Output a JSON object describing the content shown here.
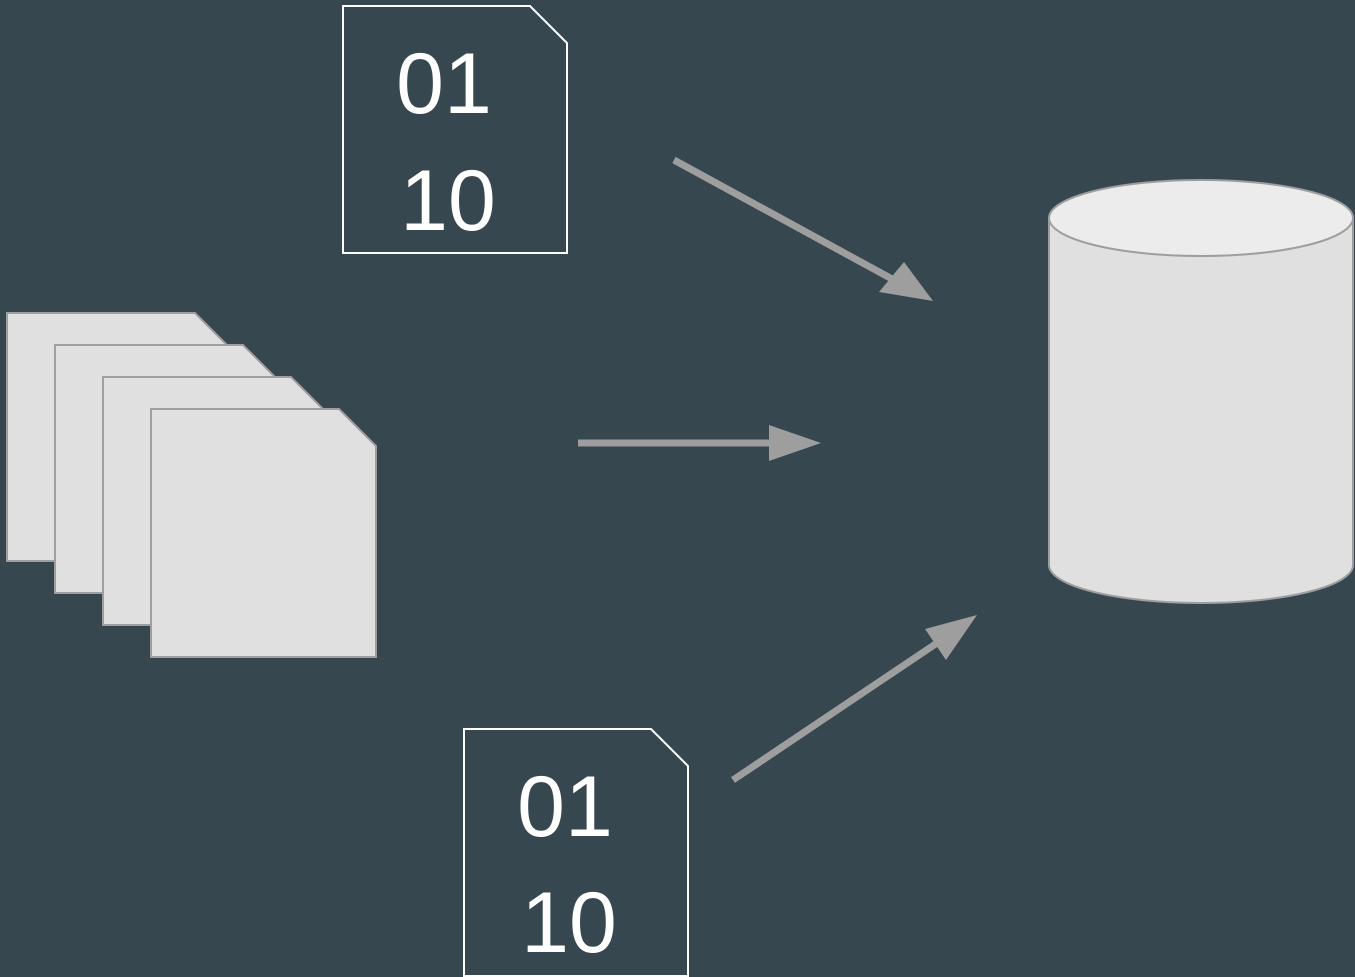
{
  "colors": {
    "background": "#37474f",
    "shape_fill": "#e0e0e0",
    "shape_stroke": "#9e9e9e",
    "arrow": "#9e9e9e",
    "file_outline": "#ffffff",
    "text": "#ffffff",
    "cylinder_top": "#ececec"
  },
  "binary_file_top": {
    "icon": "binary-file-icon",
    "line1": "01",
    "line2": "10"
  },
  "binary_file_bottom": {
    "icon": "binary-file-icon",
    "line1": "01",
    "line2": "10"
  },
  "document_stack": {
    "icon": "document-stack-icon",
    "count": 4
  },
  "database": {
    "icon": "database-cylinder-icon"
  },
  "arrows": [
    {
      "icon": "arrow-icon",
      "from": "binary-file-top",
      "to": "database"
    },
    {
      "icon": "arrow-icon",
      "from": "document-stack",
      "to": "database"
    },
    {
      "icon": "arrow-icon",
      "from": "binary-file-bottom",
      "to": "database"
    }
  ]
}
